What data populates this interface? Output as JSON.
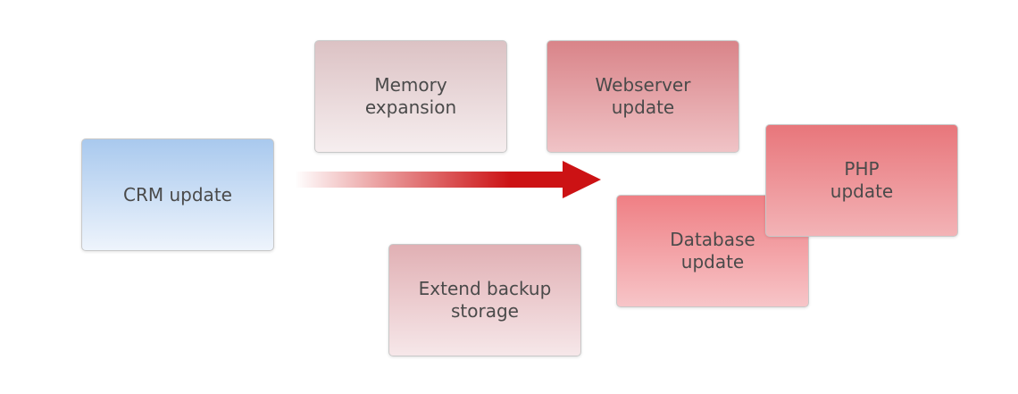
{
  "cards": {
    "crm": "CRM update",
    "memory": "Memory\nexpansion",
    "backup": "Extend backup\nstorage",
    "webserver": "Webserver\nupdate",
    "database": "Database\nupdate",
    "php": "PHP\nupdate"
  },
  "colors": {
    "arrow": "#cc1214",
    "crm_top": "#a9c9ee",
    "red_top": "#e8767b"
  }
}
